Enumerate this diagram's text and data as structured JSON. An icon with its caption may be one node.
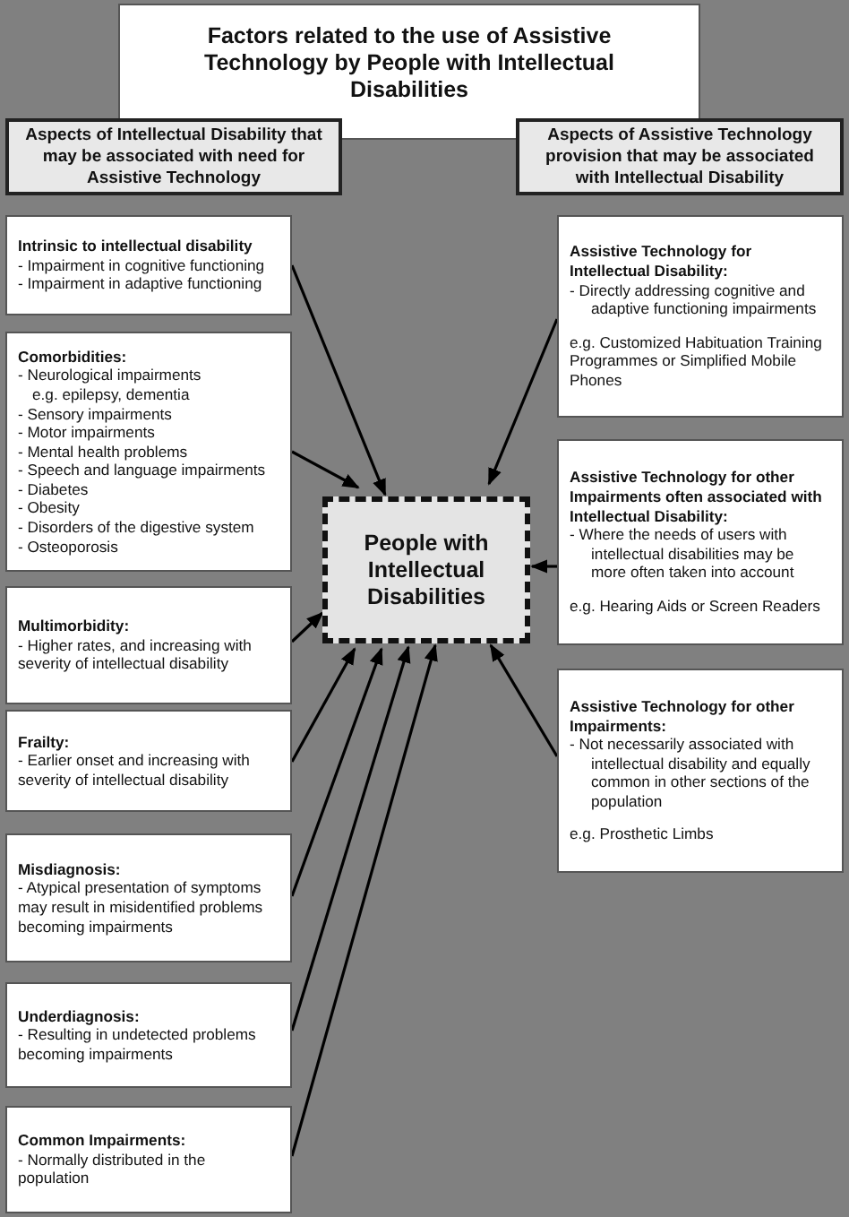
{
  "diagram": {
    "title": "Factors related to the use of Assistive Technology by People with Intellectual Disabilities",
    "nodes": [
      {
        "text": [
          "Aspects of Intellectual Disability that may be associated with need for Assistive Technology"
        ]
      },
      {
        "text": [
          "Aspects of Assistive Technology provision that may be associated with Intellectual Disability"
        ]
      },
      {
        "text": [
          "Intrinsic to intellectual disability",
          "- Impairment in cognitive functioning",
          "- Impairment in adaptive functioning"
        ]
      },
      {
        "text": [
          "Comorbidities:",
          "- Neurological impairments",
          "e.g. epilepsy, dementia",
          "- Sensory impairments",
          "- Motor impairments",
          "- Mental health problems",
          "- Speech and language impairments",
          "- Diabetes",
          "- Obesity",
          "- Disorders of the digestive system",
          "- Osteoporosis"
        ]
      },
      {
        "text": [
          "Multimorbidity:",
          "- Higher rates, and increasing with severity of intellectual disability"
        ]
      },
      {
        "text": [
          "Frailty:",
          "- Earlier onset and increasing with severity of intellectual disability"
        ]
      },
      {
        "text": [
          "Misdiagnosis:",
          "- Atypical presentation of symptoms may result in misidentified problems becoming impairments"
        ]
      },
      {
        "text": [
          "Underdiagnosis:",
          "- Resulting in undetected problems becoming impairments"
        ]
      },
      {
        "text": [
          "Common Impairments:",
          "- Normally distributed in the population"
        ]
      },
      {
        "text": [
          "People with Intellectual Disabilities"
        ]
      },
      {
        "text": [
          "Assistive Technology for Intellectual Disability:",
          "- Directly addressing cognitive and adaptive functioning impairments",
          "e.g. Customized Habituation Training Programmes or Simplified Mobile Phones"
        ]
      },
      {
        "text": [
          "Assistive Technology for other Impairments often associated with Intellectual Disability:",
          "- Where the needs of users with intellectual disabilities may be more often taken into account",
          "e.g. Hearing Aids or Screen Readers"
        ]
      },
      {
        "text": [
          "Assistive Technology for other Impairments:",
          "- Not necessarily associated with intellectual disability and equally common in other sections of the population",
          "e.g. Prosthetic Limbs"
        ]
      }
    ],
    "edges": [
      {
        "from": 2,
        "to": 9,
        "arrow": "to"
      },
      {
        "from": 3,
        "to": 9,
        "arrow": "to"
      },
      {
        "from": 4,
        "to": 9,
        "arrow": "to"
      },
      {
        "from": 5,
        "to": 9,
        "arrow": "to"
      },
      {
        "from": 6,
        "to": 9,
        "arrow": "to"
      },
      {
        "from": 7,
        "to": 9,
        "arrow": "to"
      },
      {
        "from": 8,
        "to": 9,
        "arrow": "to"
      },
      {
        "from": 10,
        "to": 9,
        "arrow": "to"
      },
      {
        "from": 11,
        "to": 9,
        "arrow": "to"
      },
      {
        "from": 12,
        "to": 9,
        "arrow": "to"
      }
    ]
  }
}
